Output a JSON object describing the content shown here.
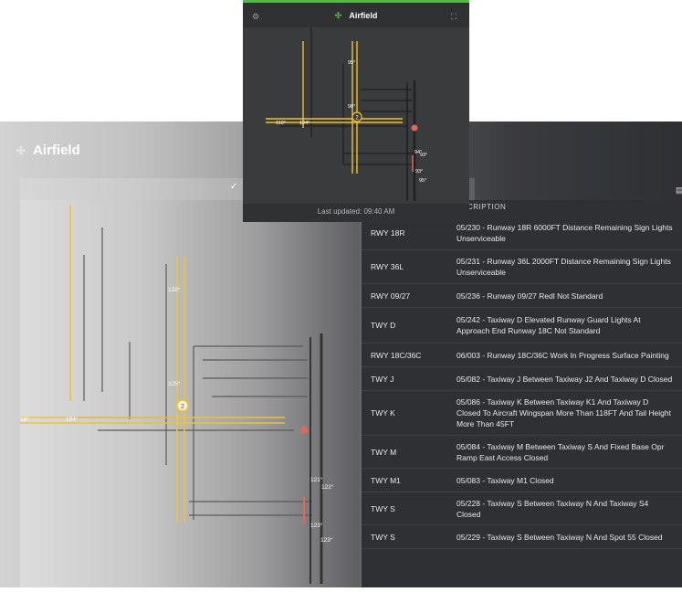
{
  "bg_window": {
    "title": "Airfield",
    "columns": {
      "description": "CRIPTION"
    },
    "rows": [
      {
        "id": "RWY 18R",
        "text": "05/230 - Runway 18R 6000FT Distance Remaining Sign Lights Unserviceable"
      },
      {
        "id": "RWY 36L",
        "text": "05/231 - Runway 36L 2000FT Distance Remaining Sign Lights Unserviceable"
      },
      {
        "id": "RWY 09/27",
        "text": "05/236 - Runway 09/27 Redl Not Standard"
      },
      {
        "id": "TWY D",
        "text": "05/242 - Taxiway D Elevated Runway Guard Lights At Approach End Runway 18C Not Standard"
      },
      {
        "id": "RWY 18C/36C",
        "text": "06/003 - Runway 18C/36C Work In Progress Surface Painting"
      },
      {
        "id": "TWY J",
        "text": "05/082 - Taxiway J Between Taxiway J2 And Taxiway D Closed"
      },
      {
        "id": "TWY K",
        "text": "05/086 - Taxiway K Between Taxiway K1 And Taxiway D Closed To Aircraft Wingspan More Than 118FT And Tail Height More Than 45FT"
      },
      {
        "id": "TWY M",
        "text": "05/084 - Taxiway M Between Taxiway S And Fixed Base Opr Ramp East Access Closed"
      },
      {
        "id": "TWY M1",
        "text": "05/083 - Taxiway M1 Closed"
      },
      {
        "id": "TWY S",
        "text": "05/228 - Taxiway S Between Taxiway N And Taxiway S4 Closed"
      },
      {
        "id": "TWY S",
        "text": "05/229 - Taxiway S Between Taxiway N And Spot 55 Closed"
      }
    ],
    "map_labels": [
      "128°",
      "125°",
      "104°",
      "18°",
      "121°",
      "122°",
      "123°",
      "123°"
    ],
    "badge": "2"
  },
  "panel": {
    "title": "Airfield",
    "footer": "Last updated: 09:40 AM",
    "map_labels": [
      "95°",
      "98°",
      "110°",
      "104°",
      "94°",
      "93°",
      "93°",
      "95°"
    ],
    "badge": "2"
  },
  "colors": {
    "accent": "#52b848",
    "runway": "#f2c230",
    "closure": "#e4655a"
  }
}
